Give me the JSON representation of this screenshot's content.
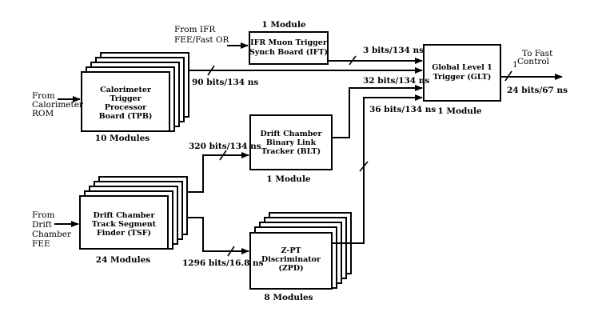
{
  "blocks": {
    "tpb": {
      "lines": [
        "Calorimeter",
        "Trigger",
        "Processor",
        "Board (TPB)"
      ],
      "count_label": "10 Modules"
    },
    "tsf": {
      "lines": [
        "Drift Chamber",
        "Track Segment",
        "Finder (TSF)"
      ],
      "count_label": "24 Modules"
    },
    "blt": {
      "lines": [
        "Drift Chamber",
        "Binary Link",
        "Tracker (BLT)"
      ],
      "count_label": "1 Module"
    },
    "zpd": {
      "lines": [
        "Z-PT",
        "Discriminator",
        "(ZPD)"
      ],
      "count_label": "8 Modules"
    },
    "ift": {
      "lines": [
        "IFR Muon Trigger",
        "Synch Board (IFT)"
      ],
      "count_label": "1 Module"
    },
    "glt": {
      "lines": [
        "Global Level 1",
        "Trigger (GLT)"
      ],
      "count_label": "1 Module"
    }
  },
  "inputs": {
    "calorimeter": [
      "From",
      "Calorimeter",
      "ROM"
    ],
    "drift_chamber": [
      "From",
      "Drift",
      "Chamber",
      "FEE"
    ],
    "ifr": [
      "From IFR",
      "FEE/Fast OR"
    ]
  },
  "links": {
    "tpb_glt": "90 bits/134 ns",
    "ift_glt": "3 bits/134 ns",
    "blt_glt": "32 bits/134 ns",
    "zpd_glt": "36 bits/134 ns",
    "tsf_blt": "320 bits/134 ns",
    "tsf_zpd": "1296 bits/16.8 ns",
    "glt_out": "24 bits/67 ns"
  },
  "output": {
    "lines": [
      "To Fast",
      "Control"
    ],
    "marker": "1"
  }
}
